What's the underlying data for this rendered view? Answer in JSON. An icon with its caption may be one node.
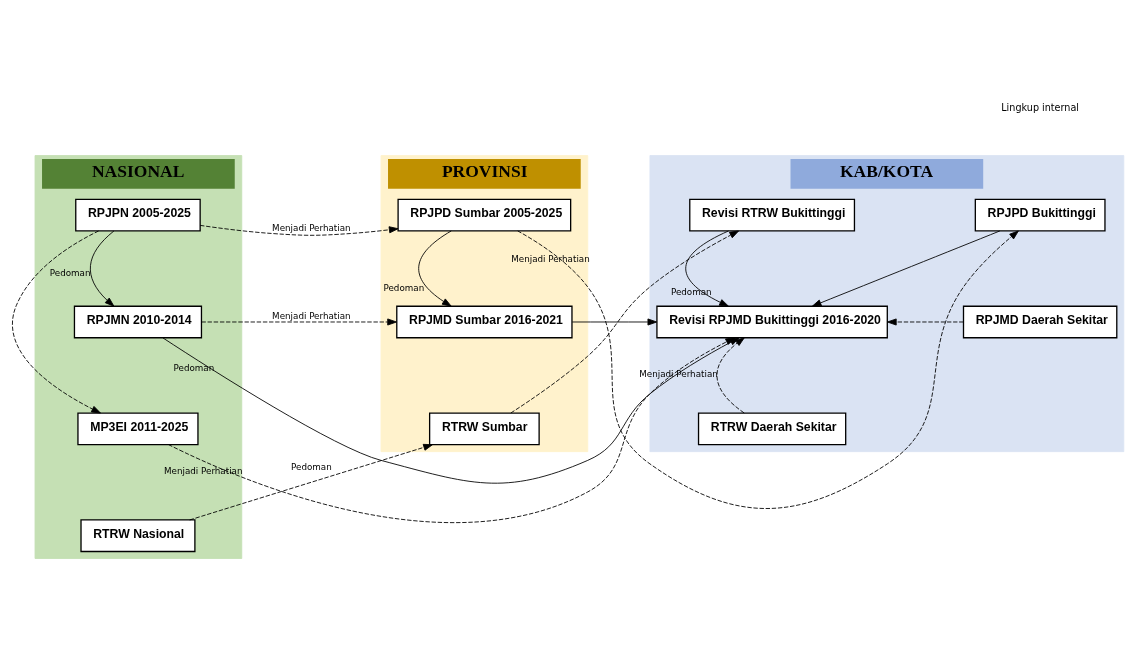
{
  "diagram": {
    "nodes": [
      {
        "text": [
          "NASIONAL"
        ]
      },
      {
        "text": [
          "RPJPN 2005-2025"
        ],
        "in": 0
      },
      {
        "text": [
          "RPJMN 2010-2014"
        ],
        "in": 0
      },
      {
        "text": [
          "MP3EI 2011-2025"
        ],
        "in": 0
      },
      {
        "text": [
          "RTRW Nasional"
        ],
        "in": 0
      },
      {
        "text": [
          "PROVINSI"
        ]
      },
      {
        "text": [
          "RPJPD Sumbar 2005-2025"
        ],
        "in": 5
      },
      {
        "text": [
          "RPJMD Sumbar 2016-2021"
        ],
        "in": 5
      },
      {
        "text": [
          "RTRW Sumbar"
        ],
        "in": 5
      },
      {
        "text": [
          "KAB/KOTA"
        ]
      },
      {
        "text": [
          "Revisi RTRW Bukittinggi"
        ],
        "in": 9
      },
      {
        "text": [
          "RPJPD Bukittinggi"
        ],
        "in": 9
      },
      {
        "text": [
          "Revisi RPJMD Bukittinggi 2016-2020"
        ],
        "in": 9
      },
      {
        "text": [
          "RTRW Daerah Sekitar"
        ],
        "in": 9
      },
      {
        "text": [
          "RPJMD Daerah Sekitar"
        ],
        "in": 9
      }
    ],
    "edges": [
      {
        "from": 1,
        "to": 6,
        "arrow": "to",
        "style": "dashed",
        "label": "Menjadi Perhatian"
      },
      {
        "from": 1,
        "to": 2,
        "arrow": "to",
        "label": "Pedoman"
      },
      {
        "from": 1,
        "to": 3,
        "arrow": "to",
        "style": "dashed"
      },
      {
        "from": 2,
        "to": 7,
        "arrow": "to",
        "style": "dashed",
        "label": "Menjadi Perhatian"
      },
      {
        "from": 6,
        "to": 7,
        "arrow": "to",
        "label": "Pedoman"
      },
      {
        "from": 6,
        "to": 11,
        "arrow": "to",
        "style": "dashed",
        "label": "Menjadi Perhatian"
      },
      {
        "from": 2,
        "to": 12,
        "arrow": "to",
        "label": "Pedoman"
      },
      {
        "from": 7,
        "to": 12,
        "arrow": "to"
      },
      {
        "from": 3,
        "to": 12,
        "arrow": "to",
        "style": "dashed",
        "label": "Menjadi Perhatian"
      },
      {
        "from": 10,
        "to": 12,
        "arrow": "to",
        "label": "Pedoman"
      },
      {
        "from": 11,
        "to": 12,
        "arrow": "to"
      },
      {
        "from": 4,
        "to": 8,
        "arrow": "to",
        "style": "dashed",
        "label": "Pedoman"
      },
      {
        "from": 8,
        "to": 10,
        "arrow": "to",
        "style": "dashed"
      },
      {
        "from": 13,
        "to": 12,
        "arrow": "to",
        "style": "dashed",
        "label": "Menjadi Perhatian"
      },
      {
        "from": 14,
        "to": 12,
        "arrow": "to",
        "style": "dashed"
      }
    ],
    "labels": [
      "Lingkup internal"
    ]
  }
}
